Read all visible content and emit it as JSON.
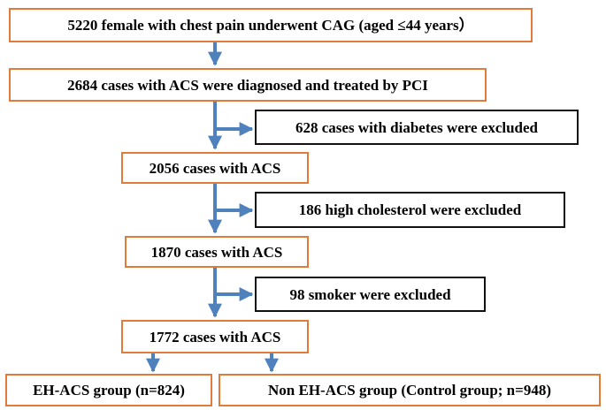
{
  "flowchart": {
    "step_1": "5220 female with chest pain underwent CAG (aged ≤44 years）",
    "step_2": "2684 cases with ACS were diagnosed and treated by PCI",
    "exclusion_1": "628 cases with diabetes were excluded",
    "step_3": "2056 cases with ACS",
    "exclusion_2": "186 high cholesterol were excluded",
    "step_4": "1870 cases with ACS",
    "exclusion_3": "98 smoker were excluded",
    "step_5": "1772 cases with ACS",
    "group_eh": "EH-ACS group (n=824)",
    "group_control": "Non EH-ACS group (Control group; n=948)"
  },
  "colors": {
    "main_box_border": "#e07b39",
    "exclusion_box_border": "#111111",
    "arrow": "#4f81bd"
  }
}
